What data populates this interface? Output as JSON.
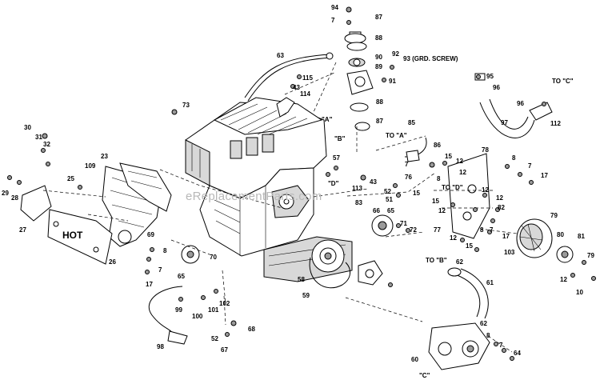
{
  "watermark": "eReplacementParts.com",
  "callouts": {
    "ref_a": "\"A\"",
    "ref_b": "\"B\"",
    "ref_c": "\"C\"",
    "ref_d": "\"D\"",
    "to_c": "TO \"C\"",
    "to_a": "TO \"A\"",
    "to_b": "TO \"B\"",
    "to_d": "TO \"D\"",
    "grd_screw": "93 (GRD. SCREW)",
    "hot": "HOT"
  },
  "part_numbers": [
    "7",
    "8",
    "10",
    "12",
    "15",
    "17",
    "23",
    "25",
    "26",
    "27",
    "28",
    "29",
    "30",
    "31",
    "32",
    "43",
    "51",
    "52",
    "57",
    "58",
    "59",
    "60",
    "61",
    "62",
    "63",
    "64",
    "65",
    "66",
    "67",
    "68",
    "69",
    "70",
    "71",
    "72",
    "73",
    "76",
    "77",
    "78",
    "79",
    "80",
    "81",
    "82",
    "83",
    "85",
    "86",
    "87",
    "88",
    "89",
    "90",
    "91",
    "92",
    "94",
    "95",
    "96",
    "97",
    "98",
    "99",
    "100",
    "101",
    "102",
    "103",
    "109",
    "112",
    "113",
    "114",
    "115"
  ]
}
